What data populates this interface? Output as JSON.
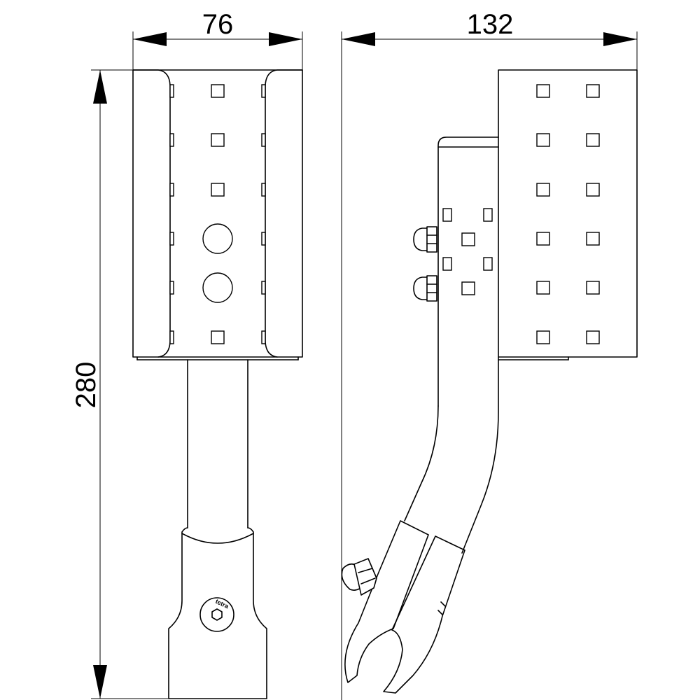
{
  "dimensions": {
    "width_front": "76",
    "width_side": "132",
    "height": "280"
  },
  "logo": {
    "brand": "tetra",
    "mark": "hexagon-logo"
  }
}
